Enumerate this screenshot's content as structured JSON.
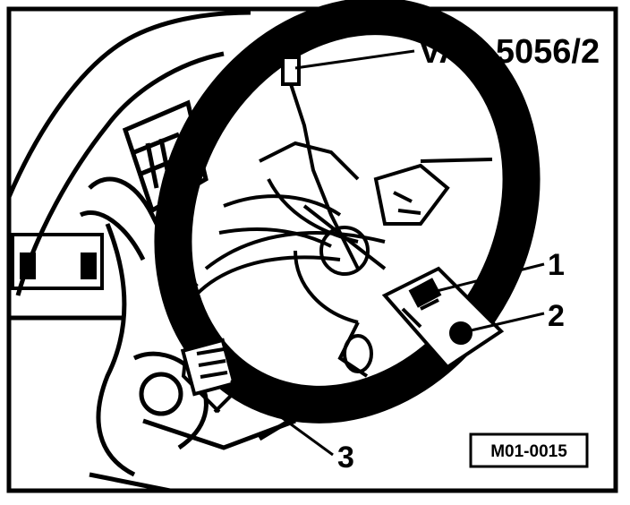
{
  "figure": {
    "tool_label": "VAS 5056/2",
    "callouts": [
      "1",
      "2",
      "3"
    ],
    "reference_code": "M01-0015"
  },
  "colors": {
    "ink": "#000000",
    "paper": "#ffffff"
  }
}
